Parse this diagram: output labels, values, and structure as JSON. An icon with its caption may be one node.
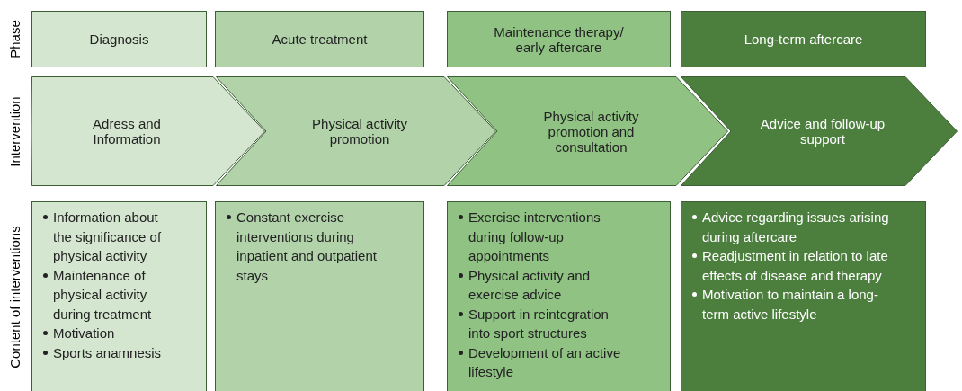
{
  "diagram": {
    "nodes": [
      {
        "text": [
          "Diagnosis"
        ]
      },
      {
        "text": [
          "Acute treatment"
        ]
      },
      {
        "text": [
          "Maintenance therapy/ early aftercare"
        ]
      },
      {
        "text": [
          "Long-term aftercare"
        ]
      },
      {
        "text": [
          "Adress and Information"
        ]
      },
      {
        "text": [
          "Physical activity promotion"
        ]
      },
      {
        "text": [
          "Physical activity promotion and consultation"
        ]
      },
      {
        "text": [
          "Advice and follow-up support"
        ]
      },
      {
        "text": [
          "Information about the significance of physical activity",
          "Maintenance of physical activity during treatment",
          "Motivation",
          "Sports anamnesis"
        ]
      },
      {
        "text": [
          "Constant exercise interventions during inpatient and outpatient stays"
        ]
      },
      {
        "text": [
          "Exercise interventions during follow-up appointments",
          "Physical activity and exercise advice",
          "Support in reintegration into sport structures",
          "Development of an active lifestyle"
        ]
      },
      {
        "text": [
          "Advice regarding issues arising during aftercare",
          "Readjustment in relation to late effects of disease and therapy",
          "Motivation to maintain a long-term active lifestyle"
        ]
      }
    ],
    "edges": [],
    "labels": [
      "Phase",
      "Intervention",
      "Content of interventions"
    ]
  }
}
